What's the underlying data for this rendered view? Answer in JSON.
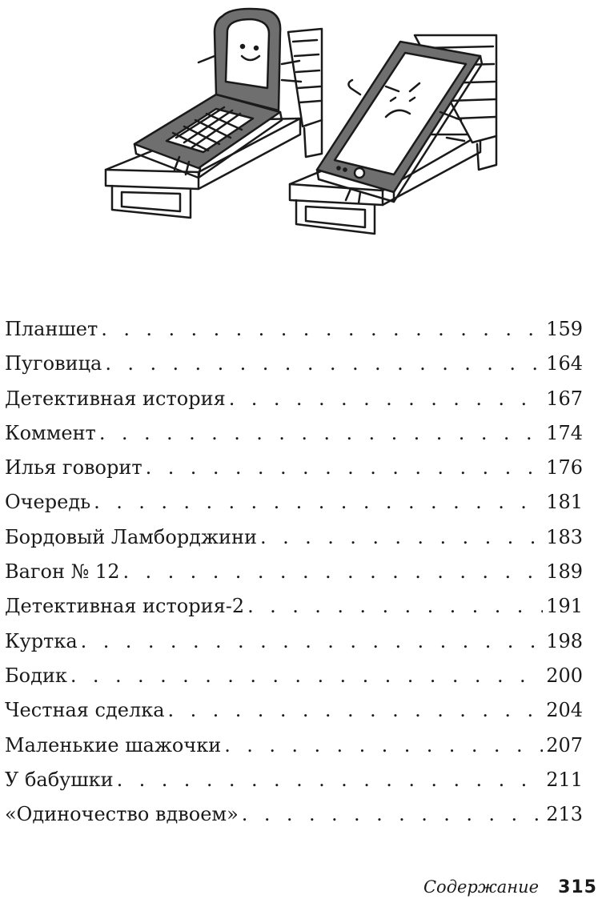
{
  "toc": {
    "entries": [
      {
        "title": "Планшет",
        "page": "159"
      },
      {
        "title": "Пуговица",
        "page": "164"
      },
      {
        "title": "Детективная история",
        "page": "167"
      },
      {
        "title": "Коммент",
        "page": "174"
      },
      {
        "title": "Илья говорит",
        "page": "176"
      },
      {
        "title": "Очередь",
        "page": "181"
      },
      {
        "title": "Бордовый Ламборджини",
        "page": "183"
      },
      {
        "title": "Вагон № 12",
        "page": "189"
      },
      {
        "title": "Детективная история-2",
        "page": "191"
      },
      {
        "title": "Куртка",
        "page": "198"
      },
      {
        "title": "Бодик",
        "page": "200"
      },
      {
        "title": "Честная сделка",
        "page": "204"
      },
      {
        "title": "Маленькие шажочки",
        "page": "207"
      },
      {
        "title": "У бабушки",
        "page": "211"
      },
      {
        "title": "«Одиночество вдвоем»",
        "page": "213"
      }
    ]
  },
  "footer": {
    "section_title": "Содержание",
    "page_number": "315"
  },
  "colors": {
    "ink": "#1a1a1a",
    "phone_gray": "#6f6f6f",
    "screen": "#ffffff"
  }
}
